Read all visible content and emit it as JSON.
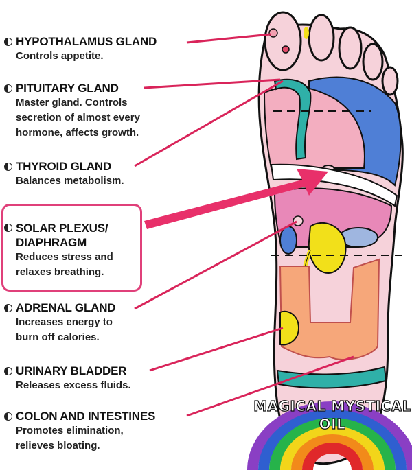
{
  "labels": [
    {
      "title": "HYPOTHALAMUS GLAND",
      "desc": "Controls appetite."
    },
    {
      "title": "PITUITARY GLAND",
      "desc": "Master gland. Controls\nsecretion of almost every\nhormone, affects growth."
    },
    {
      "title": "THYROID GLAND",
      "desc": "Balances metabolism."
    },
    {
      "title": "SOLAR PLEXUS/\nDIAPHRAGM",
      "desc": "Reduces stress and\nrelaxes breathing."
    },
    {
      "title": "ADRENAL GLAND",
      "desc": "Increases energy to\nburn off calories."
    },
    {
      "title": "URINARY BLADDER",
      "desc": "Releases excess fluids."
    },
    {
      "title": "COLON AND INTESTINES",
      "desc": "Promotes elimination,\nrelieves bloating."
    }
  ],
  "brand": {
    "line1": "MAGICAL MYSTICAL",
    "line2": "OIL"
  },
  "colors": {
    "leader": "#d9245a",
    "arrow": "#e8306a",
    "highlight": "#e0407a",
    "skin": "#f3c6d0",
    "blue": "#4f7fd6",
    "teal": "#2fb0a8",
    "yellow": "#f2e01a",
    "orange": "#f6a77a"
  }
}
